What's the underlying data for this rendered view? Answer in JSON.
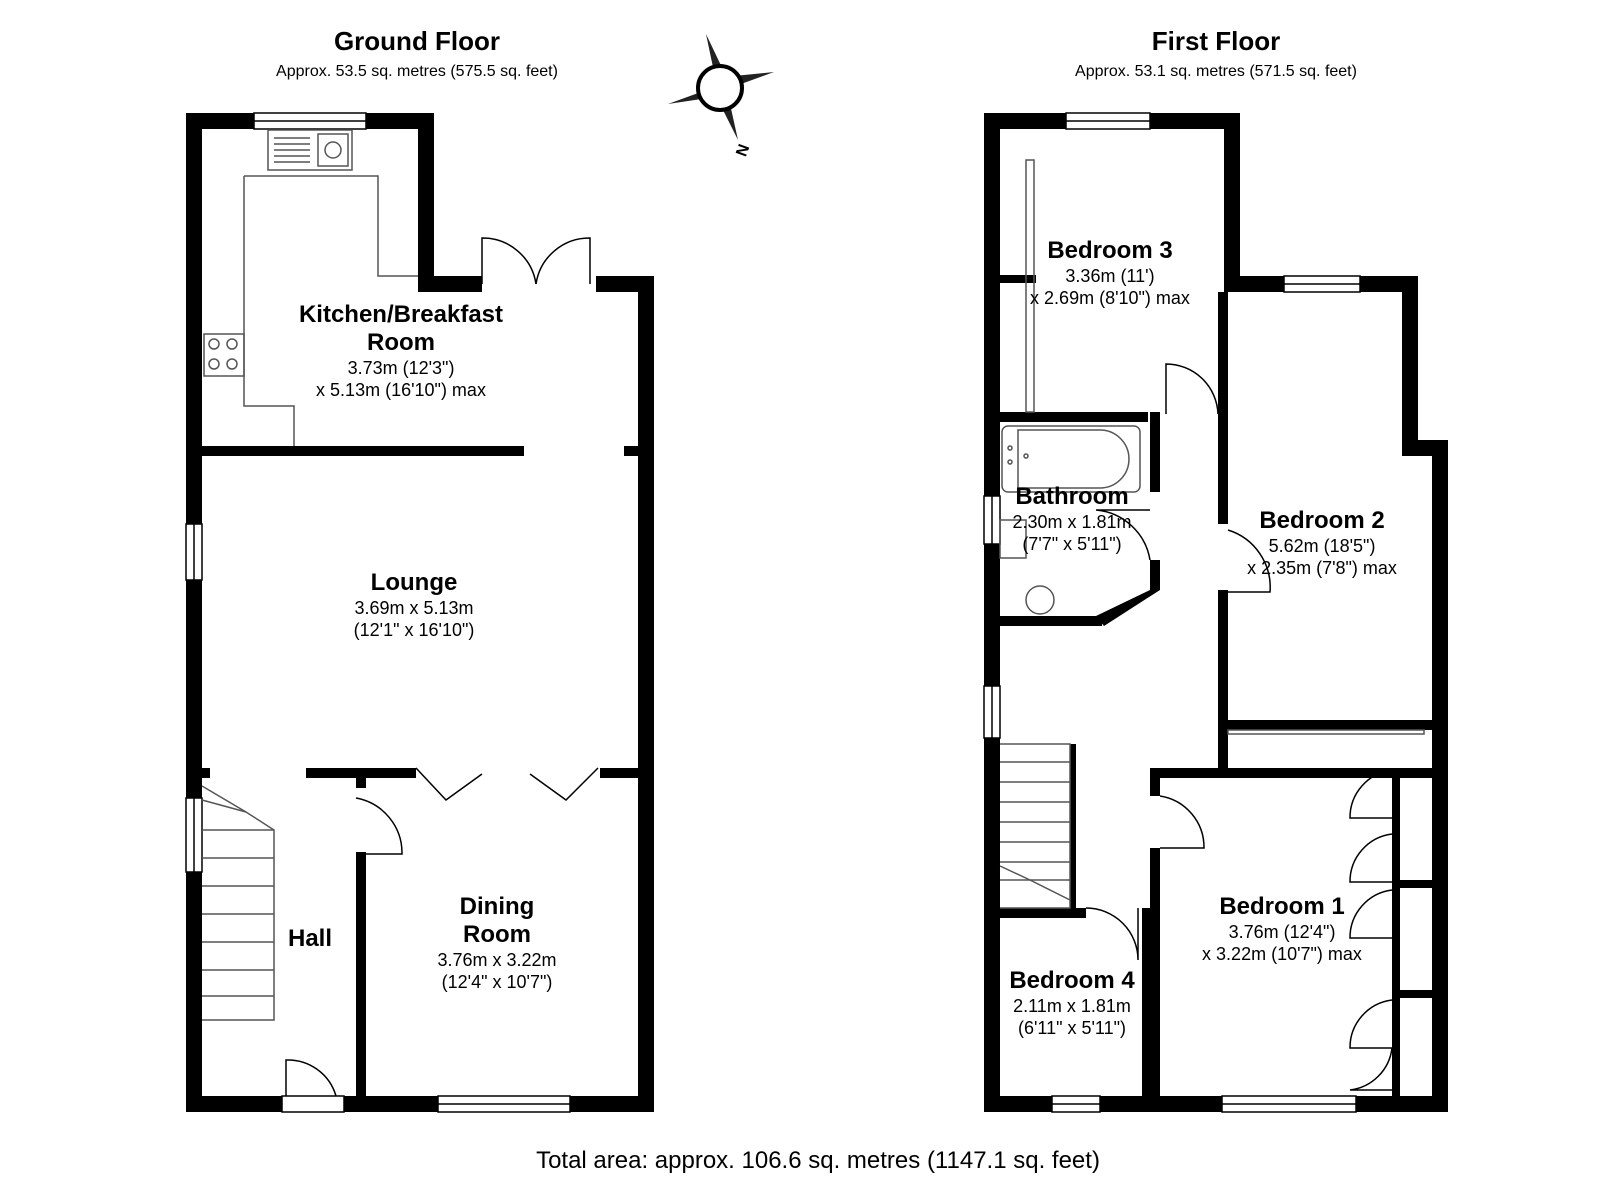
{
  "ground_floor": {
    "title": "Ground Floor",
    "area": "Approx. 53.5 sq. metres (575.5 sq. feet)",
    "rooms": {
      "kitchen": {
        "name_line1": "Kitchen/Breakfast",
        "name_line2": "Room",
        "dim_line1": "3.73m (12'3\")",
        "dim_line2": "x 5.13m (16'10\") max"
      },
      "lounge": {
        "name": "Lounge",
        "dim_line1": "3.69m x 5.13m",
        "dim_line2": "(12'1\" x 16'10\")"
      },
      "dining": {
        "name_line1": "Dining",
        "name_line2": "Room",
        "dim_line1": "3.76m x 3.22m",
        "dim_line2": "(12'4\" x 10'7\")"
      },
      "hall": {
        "name": "Hall"
      }
    }
  },
  "first_floor": {
    "title": "First Floor",
    "area": "Approx. 53.1 sq. metres (571.5 sq. feet)",
    "rooms": {
      "bedroom3": {
        "name": "Bedroom 3",
        "dim_line1": "3.36m (11')",
        "dim_line2": "x 2.69m (8'10\") max"
      },
      "bathroom": {
        "name": "Bathroom",
        "dim_line1": "2.30m x 1.81m",
        "dim_line2": "(7'7\" x 5'11\")"
      },
      "bedroom2": {
        "name": "Bedroom 2",
        "dim_line1": "5.62m (18'5\")",
        "dim_line2": "x 2.35m (7'8\") max"
      },
      "bedroom1": {
        "name": "Bedroom 1",
        "dim_line1": "3.76m (12'4\")",
        "dim_line2": "x 3.22m (10'7\") max"
      },
      "bedroom4": {
        "name": "Bedroom 4",
        "dim_line1": "2.11m x 1.81m",
        "dim_line2": "(6'11\" x 5'11\")"
      }
    }
  },
  "compass": {
    "north_letter": "N"
  },
  "total_area": "Total area: approx. 106.6 sq. metres (1147.1 sq. feet)",
  "colors": {
    "wall": "#000000",
    "fixture": "#555555",
    "background": "#ffffff"
  }
}
